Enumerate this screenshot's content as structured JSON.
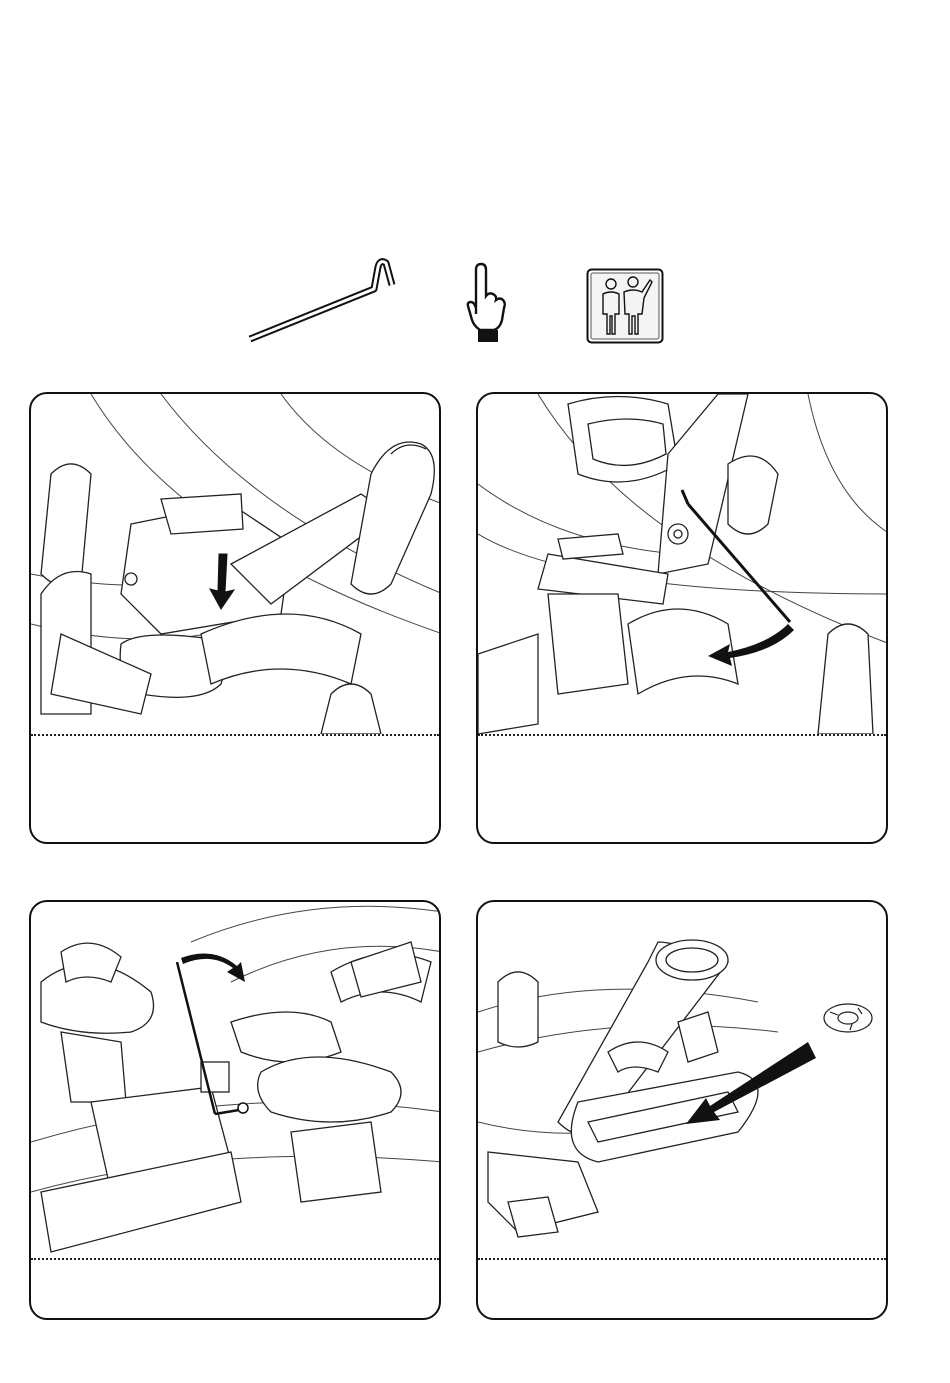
{
  "page": {
    "background": "#ffffff",
    "line_color": "#111111"
  },
  "tools": [
    {
      "name": "hex-key-icon",
      "kind": "allen-wrench"
    },
    {
      "name": "hand-pointer-icon",
      "kind": "finger-tighten"
    },
    {
      "name": "two-person-icon",
      "kind": "two-people-required"
    }
  ],
  "steps": [
    {
      "id": 1,
      "icon": "seat-slider-arrow-down",
      "caption": ""
    },
    {
      "id": 2,
      "icon": "hex-key-rotate-arrow",
      "caption": ""
    },
    {
      "id": 3,
      "icon": "hex-key-rotate-arrow",
      "caption": ""
    },
    {
      "id": 4,
      "icon": "end-cap-insert-arrow",
      "caption": ""
    }
  ]
}
